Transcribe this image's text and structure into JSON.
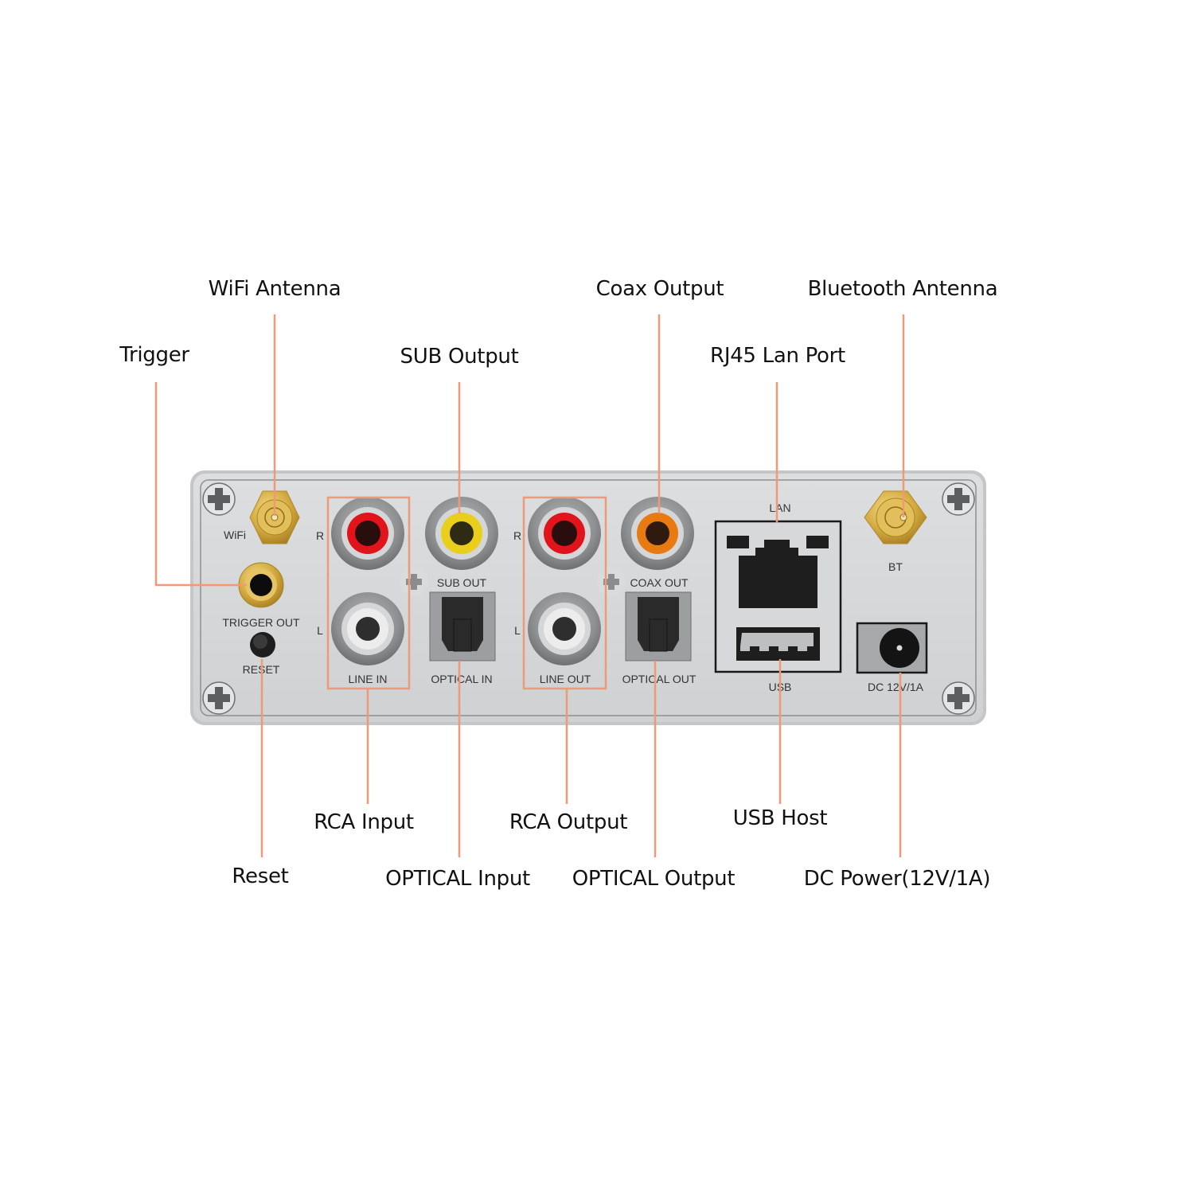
{
  "diagram": {
    "leader_color": "#EE9A78",
    "panel_color": "#D4D6D8",
    "callouts_top": [
      {
        "id": "wifi-antenna",
        "label": "WiFi Antenna"
      },
      {
        "id": "trigger",
        "label": "Trigger"
      },
      {
        "id": "sub-output",
        "label": "SUB Output"
      },
      {
        "id": "coax-output",
        "label": "Coax Output"
      },
      {
        "id": "rj45-lan-port",
        "label": "RJ45 Lan Port"
      },
      {
        "id": "bluetooth-antenna",
        "label": "Bluetooth Antenna"
      }
    ],
    "callouts_bottom": [
      {
        "id": "rca-input",
        "label": "RCA Input"
      },
      {
        "id": "rca-output",
        "label": "RCA Output"
      },
      {
        "id": "usb-host",
        "label": "USB Host"
      },
      {
        "id": "reset",
        "label": "Reset"
      },
      {
        "id": "optical-input",
        "label": "OPTICAL Input"
      },
      {
        "id": "optical-output",
        "label": "OPTICAL Output"
      },
      {
        "id": "dc-power",
        "label": "DC Power(12V/1A)"
      }
    ],
    "panel_labels": {
      "wifi": "WiFi",
      "r1": "R",
      "l1": "L",
      "trigger_out": "TRIGGER OUT",
      "reset": "RESET",
      "line_in": "LINE IN",
      "sub_out": "SUB OUT",
      "optical_in": "OPTICAL IN",
      "r2": "R",
      "l2": "L",
      "line_out": "LINE OUT",
      "coax_out": "COAX OUT",
      "optical_out": "OPTICAL OUT",
      "lan": "LAN",
      "usb": "USB",
      "bt": "BT",
      "dc": "DC 12V/1A"
    },
    "jack_colors": {
      "red": "#E0141A",
      "white": "#E8E8E8",
      "yellow": "#E9CF1C",
      "orange": "#E87A12",
      "gold": "#D6AE4A"
    }
  }
}
